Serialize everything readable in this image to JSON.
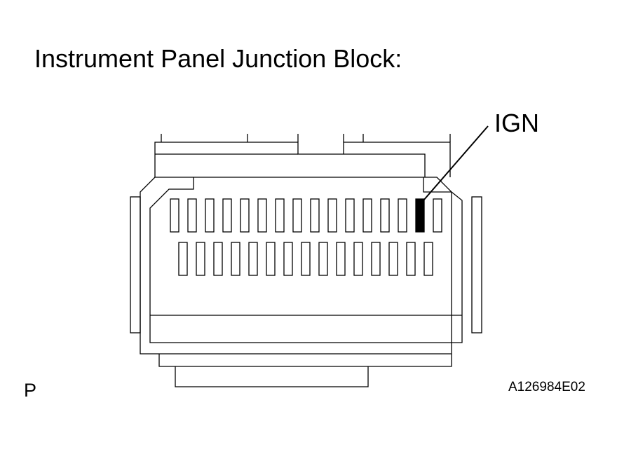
{
  "title": "Instrument Panel Junction Block:",
  "callout_label": "IGN",
  "view_label": "P",
  "figure_code": "A126984E02",
  "connector": {
    "top_row_terminals": 16,
    "bottom_row_terminals": 15,
    "highlighted_terminal": {
      "row": "top",
      "index": 15
    }
  }
}
